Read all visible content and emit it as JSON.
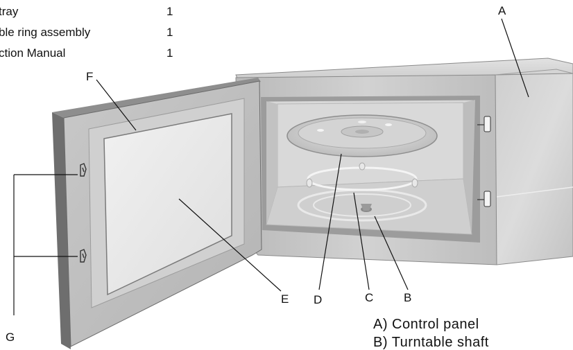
{
  "parts_list": [
    {
      "name": "tray",
      "qty": "1"
    },
    {
      "name": "ble ring assembly",
      "qty": "1"
    },
    {
      "name": "ction Manual",
      "qty": "1"
    }
  ],
  "callouts": {
    "A": "A",
    "B": "B",
    "C": "C",
    "D": "D",
    "E": "E",
    "F": "F",
    "G": "G"
  },
  "legend": [
    "A) Control panel",
    "B) Turntable shaft"
  ]
}
